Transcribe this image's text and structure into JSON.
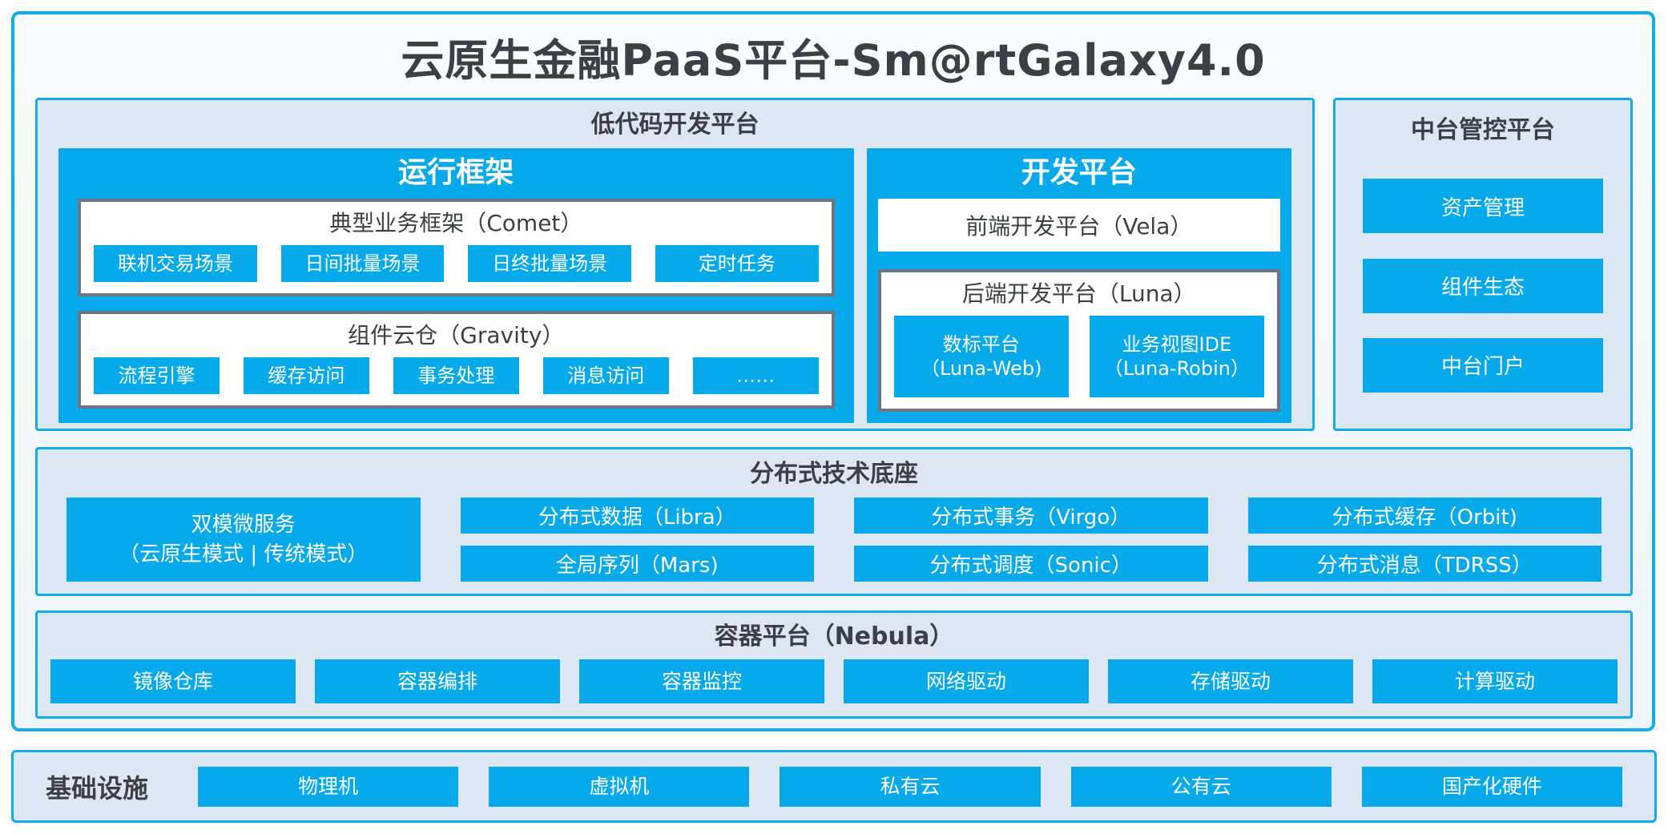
{
  "title": "云原生金融PaaS平台-Sm@rtGalaxy4.0",
  "colors": {
    "accent_blue": "#06a9e9",
    "border_cyan": "#12abec",
    "panel_bg": "#dce7f3",
    "frame_gray": "#6e7682",
    "text_dark": "#3b4046"
  },
  "lowcode": {
    "title": "低代码开发平台",
    "runtime": {
      "title": "运行框架",
      "comet": {
        "title": "典型业务框架（Comet）",
        "items": [
          "联机交易场景",
          "日间批量场景",
          "日终批量场景",
          "定时任务"
        ]
      },
      "gravity": {
        "title": "组件云仓（Gravity）",
        "items": [
          "流程引擎",
          "缓存访问",
          "事务处理",
          "消息访问",
          "……"
        ]
      }
    },
    "dev": {
      "title": "开发平台",
      "frontend": "前端开发平台（Vela）",
      "backend": {
        "title": "后端开发平台（Luna）",
        "items": [
          {
            "line1": "数标平台",
            "line2": "（Luna-Web)"
          },
          {
            "line1": "业务视图IDE",
            "line2": "（Luna-Robin）"
          }
        ]
      }
    }
  },
  "midplatform": {
    "title": "中台管控平台",
    "items": [
      "资产管理",
      "组件生态",
      "中台门户"
    ]
  },
  "distributed": {
    "title": "分布式技术底座",
    "dual": {
      "line1": "双模微服务",
      "line2": "（云原生模式 | 传统模式）"
    },
    "columns": [
      [
        "分布式数据（Libra）",
        "全局序列（Mars)"
      ],
      [
        "分布式事务（Virgo）",
        "分布式调度（Sonic）"
      ],
      [
        "分布式缓存（Orbit)",
        "分布式消息（TDRSS）"
      ]
    ]
  },
  "container_platform": {
    "title": "容器平台（Nebula）",
    "items": [
      "镜像仓库",
      "容器编排",
      "容器监控",
      "网络驱动",
      "存储驱动",
      "计算驱动"
    ]
  },
  "infrastructure": {
    "title": "基础设施",
    "items": [
      "物理机",
      "虚拟机",
      "私有云",
      "公有云",
      "国产化硬件"
    ]
  }
}
